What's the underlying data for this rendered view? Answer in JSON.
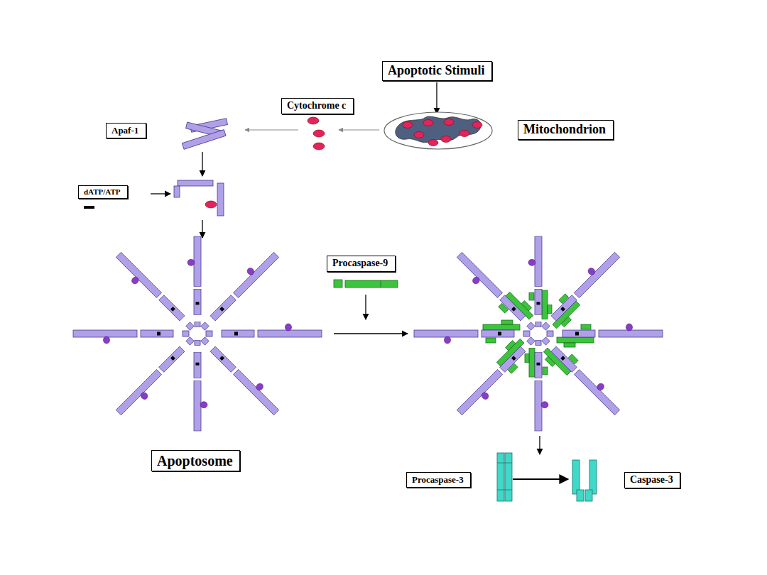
{
  "diagram": {
    "nodes": [
      {
        "text": [
          "Apoptotic Stimuli"
        ]
      },
      {
        "text": [
          "Cytochrome c"
        ]
      },
      {
        "text": [
          "Apaf-1"
        ]
      },
      {
        "text": [
          "Mitochondrion"
        ]
      },
      {
        "text": [
          "dATP/ATP"
        ]
      },
      {
        "text": [
          "Procaspase-9"
        ]
      },
      {
        "text": [
          "Apoptosome"
        ]
      },
      {
        "text": [
          "Procaspase-3"
        ]
      },
      {
        "text": [
          "Caspase-3"
        ]
      }
    ]
  }
}
